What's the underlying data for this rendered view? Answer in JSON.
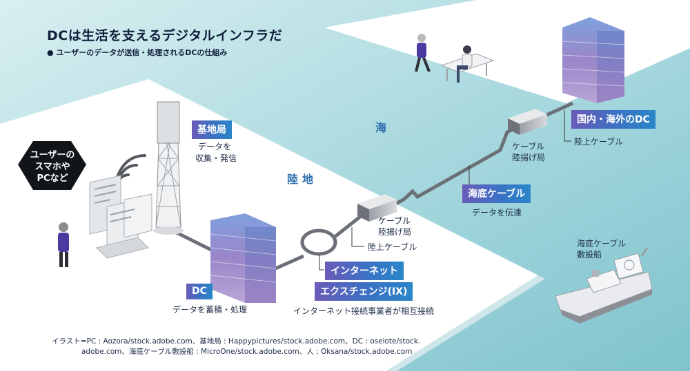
{
  "title": "DCは生活を支えるデジタルインフラだ",
  "subtitle": "● ユーザーのデータが送信・処理されるDCの仕組み",
  "places": {
    "land": "陸地",
    "sea": "海"
  },
  "user_bubble": {
    "line1": "ユーザーの",
    "line2": "スマホや",
    "line3": "PCなど"
  },
  "base_station": {
    "label": "基地局",
    "desc1": "データを",
    "desc2": "収集・発信"
  },
  "dc": {
    "label": "DC",
    "desc": "データを蓄積・処理"
  },
  "ix": {
    "label1": "インターネット",
    "label2": "エクスチェンジ(IX)",
    "desc": "インターネット接続事業者が相互接続"
  },
  "landing_station_left": {
    "line1": "ケーブル",
    "line2": "陸揚げ局",
    "cable": "陸上ケーブル"
  },
  "submarine_cable": {
    "label": "海底ケーブル",
    "desc": "データを伝達"
  },
  "landing_station_right": {
    "line1": "ケーブル",
    "line2": "陸揚げ局"
  },
  "overseas_dc": {
    "label": "国内・海外のDC",
    "cable": "陸上ケーブル"
  },
  "ship": {
    "line1": "海底ケーブル",
    "line2": "敷設船"
  },
  "credits": {
    "line1": "イラスト=PC : Aozora/stock.adobe.com、基地局 : Happypictures/stock.adobe.com、DC : oselote/stock.",
    "line2": "adobe.com、海底ケーブル敷設船 : MicroOne/stock.adobe.com、人 : Oksana/stock.adobe.com"
  },
  "colors": {
    "sea": "#a9d9df",
    "land": "#ffffff",
    "badge_start": "#6a5bb8",
    "badge_end": "#2a86c8",
    "cable": "#6b6f76"
  }
}
